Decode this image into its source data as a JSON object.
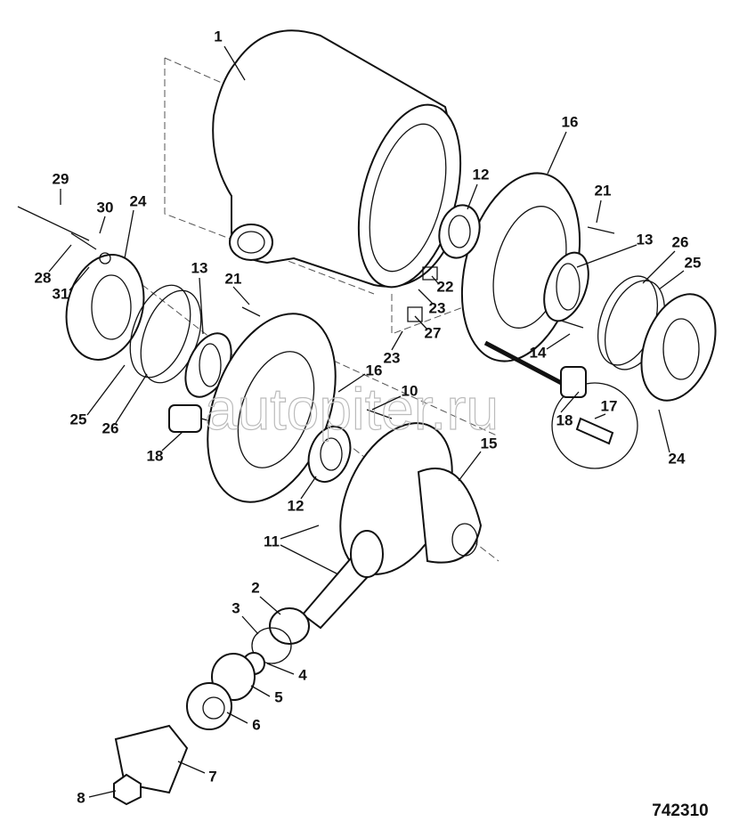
{
  "watermark": "autopiter.ru",
  "figure_number": "742310",
  "callouts": [
    "1",
    "29",
    "30",
    "24",
    "28",
    "31",
    "13",
    "21",
    "16",
    "12",
    "21",
    "13",
    "26",
    "25",
    "22",
    "23",
    "27",
    "23",
    "14",
    "16",
    "10",
    "25",
    "26",
    "18",
    "18",
    "17",
    "24",
    "15",
    "12",
    "11",
    "2",
    "3",
    "4",
    "5",
    "6",
    "7",
    "8"
  ]
}
